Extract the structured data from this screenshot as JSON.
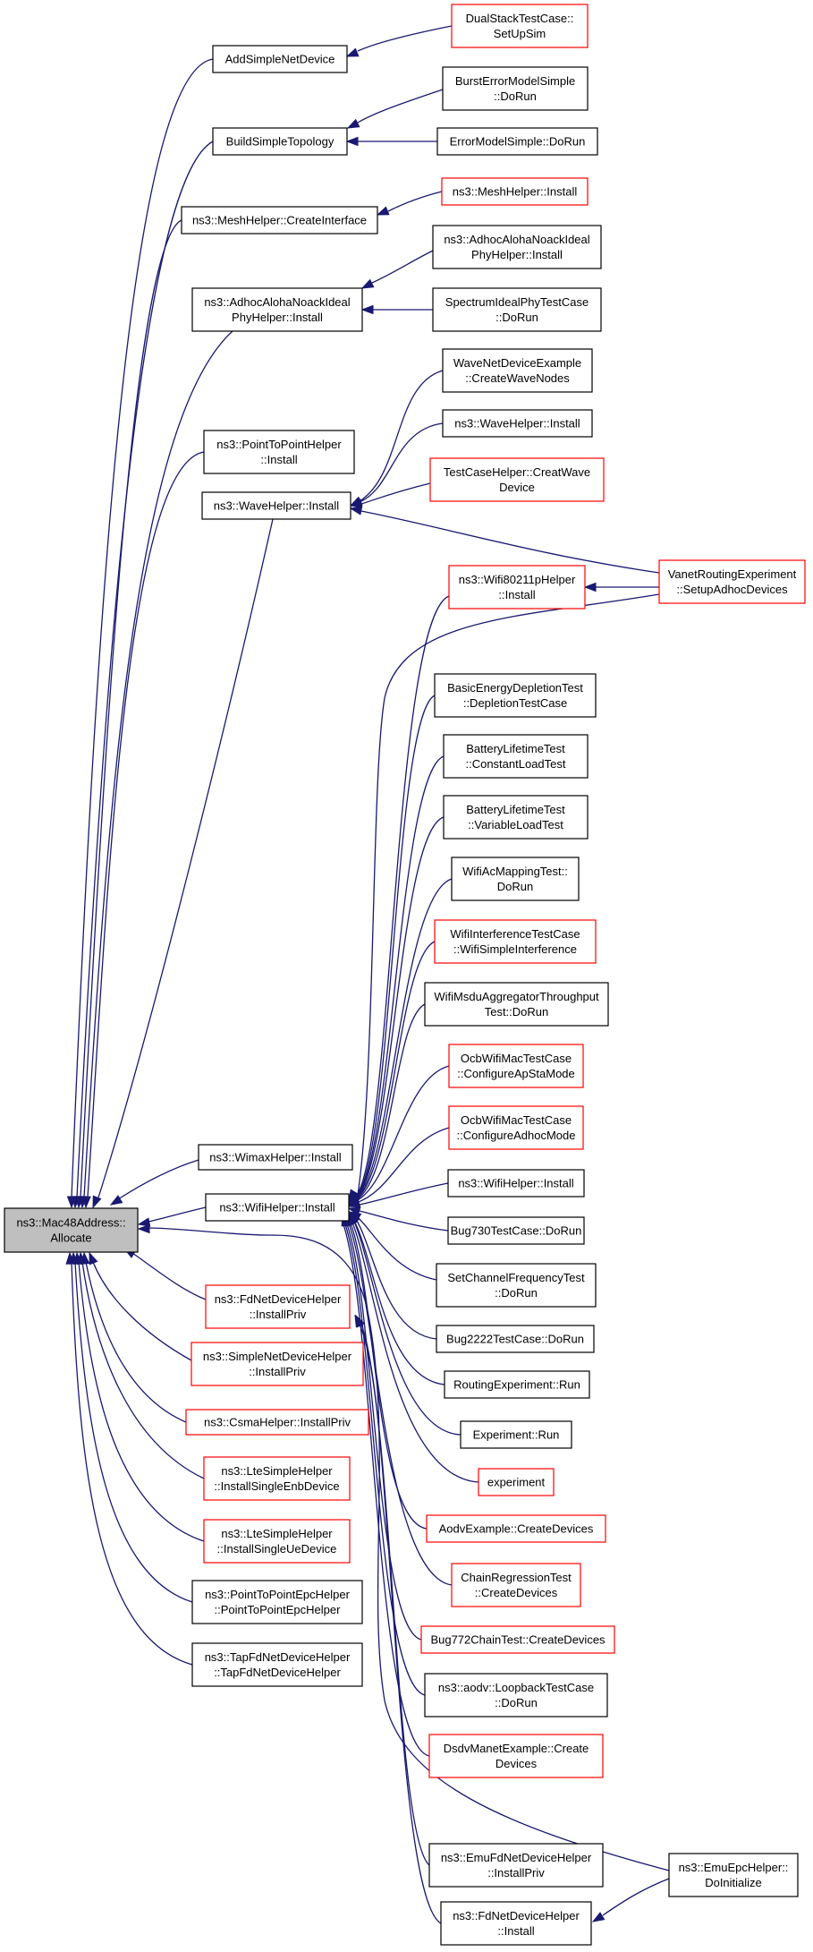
{
  "diagram": {
    "title": "",
    "colors": {
      "edge": "#191970",
      "root_fill": "#bfbfbf",
      "border_normal": "#000000",
      "border_truncated": "#ff0000",
      "fill": "#ffffff"
    },
    "nodes": [
      {
        "id": "root",
        "lines": [
          "ns3::Mac48Address::",
          "Allocate"
        ],
        "style": "root"
      },
      {
        "id": "addsimple",
        "lines": [
          "AddSimpleNetDevice"
        ],
        "style": "normal"
      },
      {
        "id": "dualstack",
        "lines": [
          "DualStackTestCase::",
          "SetUpSim"
        ],
        "style": "truncated"
      },
      {
        "id": "buildsimple",
        "lines": [
          "BuildSimpleTopology"
        ],
        "style": "normal"
      },
      {
        "id": "bursterror",
        "lines": [
          "BurstErrorModelSimple",
          "::DoRun"
        ],
        "style": "normal"
      },
      {
        "id": "errormodel",
        "lines": [
          "ErrorModelSimple::DoRun"
        ],
        "style": "normal"
      },
      {
        "id": "meshcreate",
        "lines": [
          "ns3::MeshHelper::CreateInterface"
        ],
        "style": "normal"
      },
      {
        "id": "meshinstall",
        "lines": [
          "ns3::MeshHelper::Install"
        ],
        "style": "truncated"
      },
      {
        "id": "adhocaloha",
        "lines": [
          "ns3::AdhocAlohaNoackIdeal",
          "PhyHelper::Install"
        ],
        "style": "normal"
      },
      {
        "id": "adhocaloha2",
        "lines": [
          "ns3::AdhocAlohaNoackIdeal",
          "PhyHelper::Install"
        ],
        "style": "normal"
      },
      {
        "id": "spectrum",
        "lines": [
          "SpectrumIdealPhyTestCase",
          "::DoRun"
        ],
        "style": "normal"
      },
      {
        "id": "p2pinstall",
        "lines": [
          "ns3::PointToPointHelper",
          "::Install"
        ],
        "style": "normal"
      },
      {
        "id": "wavenetdev",
        "lines": [
          "WaveNetDeviceExample",
          "::CreateWaveNodes"
        ],
        "style": "normal"
      },
      {
        "id": "wavehelper2",
        "lines": [
          "ns3::WaveHelper::Install"
        ],
        "style": "normal"
      },
      {
        "id": "testcasehelper",
        "lines": [
          "TestCaseHelper::CreatWave",
          "Device"
        ],
        "style": "truncated"
      },
      {
        "id": "wavehelper",
        "lines": [
          "ns3::WaveHelper::Install"
        ],
        "style": "normal"
      },
      {
        "id": "vanet",
        "lines": [
          "VanetRoutingExperiment",
          "::SetupAdhocDevices"
        ],
        "style": "truncated"
      },
      {
        "id": "wifi80211p",
        "lines": [
          "ns3::Wifi80211pHelper",
          "::Install"
        ],
        "style": "truncated"
      },
      {
        "id": "basicenergy",
        "lines": [
          "BasicEnergyDepletionTest",
          "::DepletionTestCase"
        ],
        "style": "normal"
      },
      {
        "id": "batteryconst",
        "lines": [
          "BatteryLifetimeTest",
          "::ConstantLoadTest"
        ],
        "style": "normal"
      },
      {
        "id": "batteryvar",
        "lines": [
          "BatteryLifetimeTest",
          "::VariableLoadTest"
        ],
        "style": "normal"
      },
      {
        "id": "wifiac",
        "lines": [
          "WifiAcMappingTest::",
          "DoRun"
        ],
        "style": "normal"
      },
      {
        "id": "wifiinterf",
        "lines": [
          "WifiInterferenceTestCase",
          "::WifiSimpleInterference"
        ],
        "style": "truncated"
      },
      {
        "id": "wifimsdu",
        "lines": [
          "WifiMsduAggregatorThroughput",
          "Test::DoRun"
        ],
        "style": "normal"
      },
      {
        "id": "ocbap",
        "lines": [
          "OcbWifiMacTestCase",
          "::ConfigureApStaMode"
        ],
        "style": "truncated"
      },
      {
        "id": "ocbadhoc",
        "lines": [
          "OcbWifiMacTestCase",
          "::ConfigureAdhocMode"
        ],
        "style": "truncated"
      },
      {
        "id": "wimax",
        "lines": [
          "ns3::WimaxHelper::Install"
        ],
        "style": "normal"
      },
      {
        "id": "wifihelper2",
        "lines": [
          "ns3::WifiHelper::Install"
        ],
        "style": "normal"
      },
      {
        "id": "wifihelper",
        "lines": [
          "ns3::WifiHelper::Install"
        ],
        "style": "normal"
      },
      {
        "id": "bug730",
        "lines": [
          "Bug730TestCase::DoRun"
        ],
        "style": "normal"
      },
      {
        "id": "setchannel",
        "lines": [
          "SetChannelFrequencyTest",
          "::DoRun"
        ],
        "style": "normal"
      },
      {
        "id": "fdnetpriv",
        "lines": [
          "ns3::FdNetDeviceHelper",
          "::InstallPriv"
        ],
        "style": "truncated"
      },
      {
        "id": "bug2222",
        "lines": [
          "Bug2222TestCase::DoRun"
        ],
        "style": "normal"
      },
      {
        "id": "simplenetpriv",
        "lines": [
          "ns3::SimpleNetDeviceHelper",
          "::InstallPriv"
        ],
        "style": "truncated"
      },
      {
        "id": "routingexp",
        "lines": [
          "RoutingExperiment::Run"
        ],
        "style": "normal"
      },
      {
        "id": "csma",
        "lines": [
          "ns3::CsmaHelper::InstallPriv"
        ],
        "style": "truncated"
      },
      {
        "id": "experimentrun",
        "lines": [
          "Experiment::Run"
        ],
        "style": "normal"
      },
      {
        "id": "ltesenb",
        "lines": [
          "ns3::LteSimpleHelper",
          "::InstallSingleEnbDevice"
        ],
        "style": "truncated"
      },
      {
        "id": "experiment",
        "lines": [
          "experiment"
        ],
        "style": "truncated"
      },
      {
        "id": "aodvex",
        "lines": [
          "AodvExample::CreateDevices"
        ],
        "style": "truncated"
      },
      {
        "id": "lteue",
        "lines": [
          "ns3::LteSimpleHelper",
          "::InstallSingleUeDevice"
        ],
        "style": "truncated"
      },
      {
        "id": "chainreg",
        "lines": [
          "ChainRegressionTest",
          "::CreateDevices"
        ],
        "style": "truncated"
      },
      {
        "id": "p2pepc",
        "lines": [
          "ns3::PointToPointEpcHelper",
          "::PointToPointEpcHelper"
        ],
        "style": "normal"
      },
      {
        "id": "bug772",
        "lines": [
          "Bug772ChainTest::CreateDevices"
        ],
        "style": "truncated"
      },
      {
        "id": "tapfd",
        "lines": [
          "ns3::TapFdNetDeviceHelper",
          "::TapFdNetDeviceHelper"
        ],
        "style": "normal"
      },
      {
        "id": "aodvloop",
        "lines": [
          "ns3::aodv::LoopbackTestCase",
          "::DoRun"
        ],
        "style": "normal"
      },
      {
        "id": "dsdv",
        "lines": [
          "DsdvManetExample::Create",
          "Devices"
        ],
        "style": "truncated"
      },
      {
        "id": "emufd",
        "lines": [
          "ns3::EmuFdNetDeviceHelper",
          "::InstallPriv"
        ],
        "style": "normal"
      },
      {
        "id": "emuepc",
        "lines": [
          "ns3::EmuEpcHelper::",
          "DoInitialize"
        ],
        "style": "normal"
      },
      {
        "id": "fdnetinstall",
        "lines": [
          "ns3::FdNetDeviceHelper",
          "::Install"
        ],
        "style": "normal"
      }
    ],
    "edges": [
      {
        "from": "addsimple",
        "to": "root"
      },
      {
        "from": "buildsimple",
        "to": "root"
      },
      {
        "from": "meshcreate",
        "to": "root"
      },
      {
        "from": "adhocaloha",
        "to": "root"
      },
      {
        "from": "p2pinstall",
        "to": "root"
      },
      {
        "from": "wavehelper",
        "to": "root"
      },
      {
        "from": "wimax",
        "to": "root"
      },
      {
        "from": "wifihelper",
        "to": "root"
      },
      {
        "from": "fdnetpriv",
        "to": "root"
      },
      {
        "from": "simplenetpriv",
        "to": "root"
      },
      {
        "from": "csma",
        "to": "root"
      },
      {
        "from": "ltesenb",
        "to": "root"
      },
      {
        "from": "lteue",
        "to": "root"
      },
      {
        "from": "p2pepc",
        "to": "root"
      },
      {
        "from": "tapfd",
        "to": "root"
      },
      {
        "from": "emuepc",
        "to": "root"
      },
      {
        "from": "dualstack",
        "to": "addsimple"
      },
      {
        "from": "bursterror",
        "to": "buildsimple"
      },
      {
        "from": "errormodel",
        "to": "buildsimple"
      },
      {
        "from": "meshinstall",
        "to": "meshcreate"
      },
      {
        "from": "adhocaloha2",
        "to": "adhocaloha"
      },
      {
        "from": "spectrum",
        "to": "adhocaloha"
      },
      {
        "from": "wavenetdev",
        "to": "wavehelper"
      },
      {
        "from": "wavehelper2",
        "to": "wavehelper"
      },
      {
        "from": "testcasehelper",
        "to": "wavehelper"
      },
      {
        "from": "vanet",
        "to": "wavehelper"
      },
      {
        "from": "vanet",
        "to": "wifi80211p"
      },
      {
        "from": "vanet",
        "to": "wifihelper"
      },
      {
        "from": "wifi80211p",
        "to": "wifihelper"
      },
      {
        "from": "basicenergy",
        "to": "wifihelper"
      },
      {
        "from": "batteryconst",
        "to": "wifihelper"
      },
      {
        "from": "batteryvar",
        "to": "wifihelper"
      },
      {
        "from": "wifiac",
        "to": "wifihelper"
      },
      {
        "from": "wifiinterf",
        "to": "wifihelper"
      },
      {
        "from": "wifimsdu",
        "to": "wifihelper"
      },
      {
        "from": "ocbap",
        "to": "wifihelper"
      },
      {
        "from": "ocbadhoc",
        "to": "wifihelper"
      },
      {
        "from": "wifihelper2",
        "to": "wifihelper"
      },
      {
        "from": "bug730",
        "to": "wifihelper"
      },
      {
        "from": "setchannel",
        "to": "wifihelper"
      },
      {
        "from": "bug2222",
        "to": "wifihelper"
      },
      {
        "from": "routingexp",
        "to": "wifihelper"
      },
      {
        "from": "experimentrun",
        "to": "wifihelper"
      },
      {
        "from": "experiment",
        "to": "wifihelper"
      },
      {
        "from": "aodvex",
        "to": "wifihelper"
      },
      {
        "from": "chainreg",
        "to": "wifihelper"
      },
      {
        "from": "bug772",
        "to": "wifihelper"
      },
      {
        "from": "aodvloop",
        "to": "wifihelper"
      },
      {
        "from": "dsdv",
        "to": "wifihelper"
      },
      {
        "from": "emufd",
        "to": "fdnetpriv"
      },
      {
        "from": "fdnetinstall",
        "to": "fdnetpriv"
      },
      {
        "from": "emuepc",
        "to": "fdnetinstall"
      }
    ]
  }
}
